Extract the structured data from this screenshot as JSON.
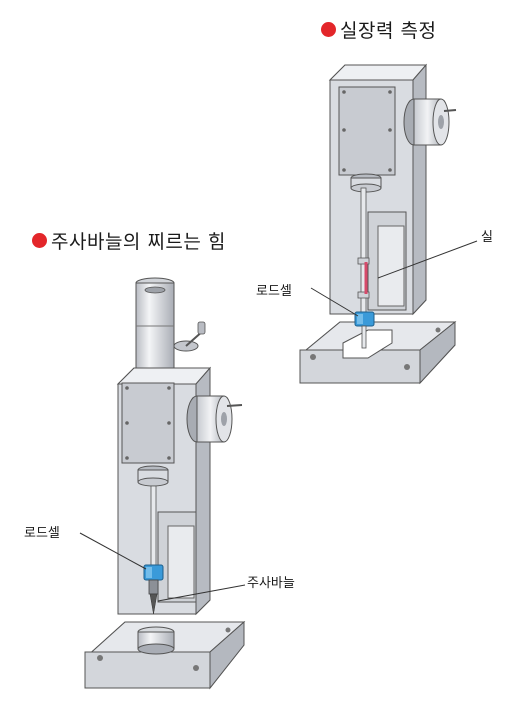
{
  "headings": {
    "thread_tension": "실장력 측정",
    "needle_piercing": "주사바늘의 찌르는 힘"
  },
  "labels": {
    "thread": "실",
    "load_cell_top": "로드셀",
    "load_cell_bottom": "로드셀",
    "needle": "주사바늘"
  },
  "colors": {
    "bullet": "#e3262a",
    "machine_body": "#e4e6ea",
    "machine_shade": "#c3c6cc",
    "load_cell": "#3a9ad9",
    "thread": "#d64a6a"
  }
}
